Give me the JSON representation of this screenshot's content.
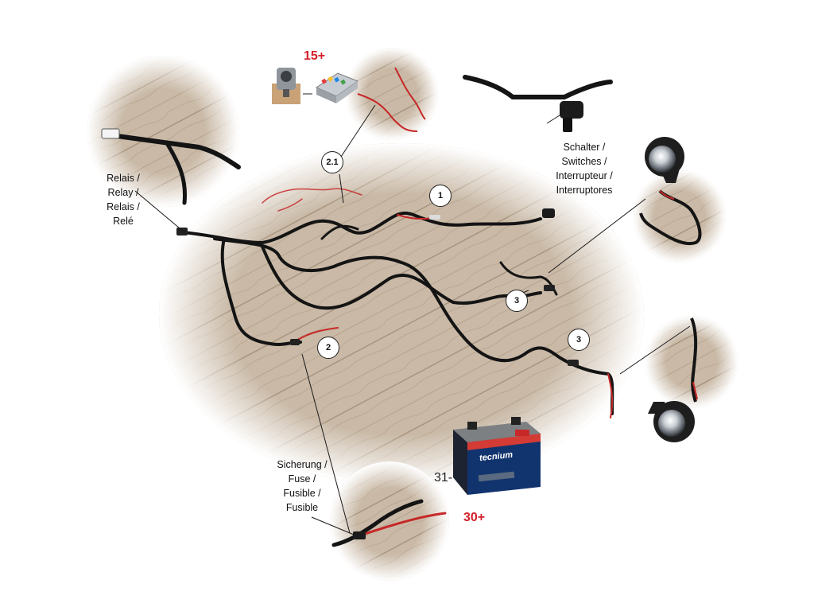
{
  "diagram": {
    "labels": {
      "relay": [
        "Relais /",
        "Relay /",
        "Relais /",
        "Relé"
      ],
      "switch": [
        "Schalter /",
        "Switches /",
        "Interrupteur /",
        "Interruptores"
      ],
      "fuse": [
        "Sicherung  /",
        "Fuse /",
        "Fusible /",
        "Fusible"
      ]
    },
    "terminals": {
      "ignition": "15+",
      "battery_positive": "30+",
      "battery_negative": "31-"
    },
    "callouts": [
      "2.1",
      "1",
      "2",
      "3",
      "3"
    ],
    "battery_brand": "tecnium",
    "colors": {
      "terminal_red": "#d4202a",
      "wire_black": "#141414",
      "wire_red": "#c62828",
      "wood_light": "#c9b9a6",
      "wood_dark": "#a8957f"
    }
  }
}
